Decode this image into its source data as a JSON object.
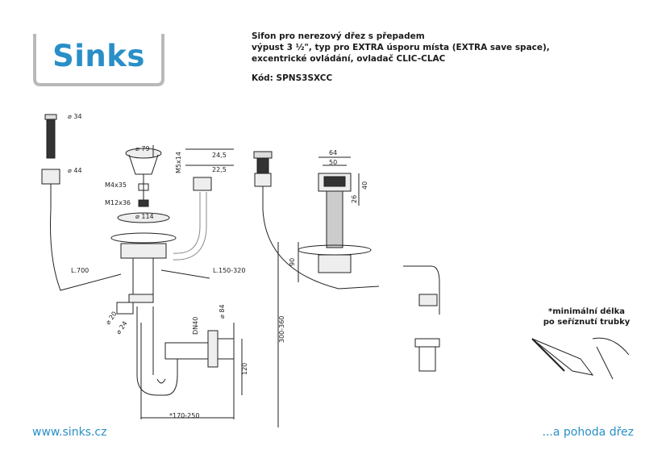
{
  "brand": {
    "logo_text": "Sinks",
    "color": "#2a8fc7"
  },
  "header": {
    "title": "Sifon pro nerezový dřez s přepadem",
    "line1": "výpust 3 ½\", typ pro EXTRA úsporu místa (EXTRA save space),",
    "line2": "excentrické ovládání, ovladač CLIC-CLAC",
    "code": "Kód: SPNS3SXCC"
  },
  "dimensions": {
    "d34": "⌀ 34",
    "d44": "⌀ 44",
    "d79": "⌀ 79",
    "m5x14": "M5x14",
    "d24_5": "24,5",
    "d22_5": "22,5",
    "m4x35": "M4x35",
    "m12x36": "M12x36",
    "d114": "⌀ 114",
    "l700": "L.700",
    "l150_320": "L.150-320",
    "d20": "⌀ 20",
    "d24": "⌀ 24",
    "dn40": "DN40",
    "d84": "⌀ 84",
    "d120": "120",
    "d170_250": "*170-250",
    "d300_360": "300-360",
    "d90": "90",
    "d64": "64",
    "d50": "50",
    "d40": "40",
    "d26": "26"
  },
  "note": {
    "line1": "*minimální délka",
    "line2": "po seříznutí trubky"
  },
  "footer": {
    "website": "www.sinks.cz",
    "slogan": "...a pohoda dřez"
  }
}
